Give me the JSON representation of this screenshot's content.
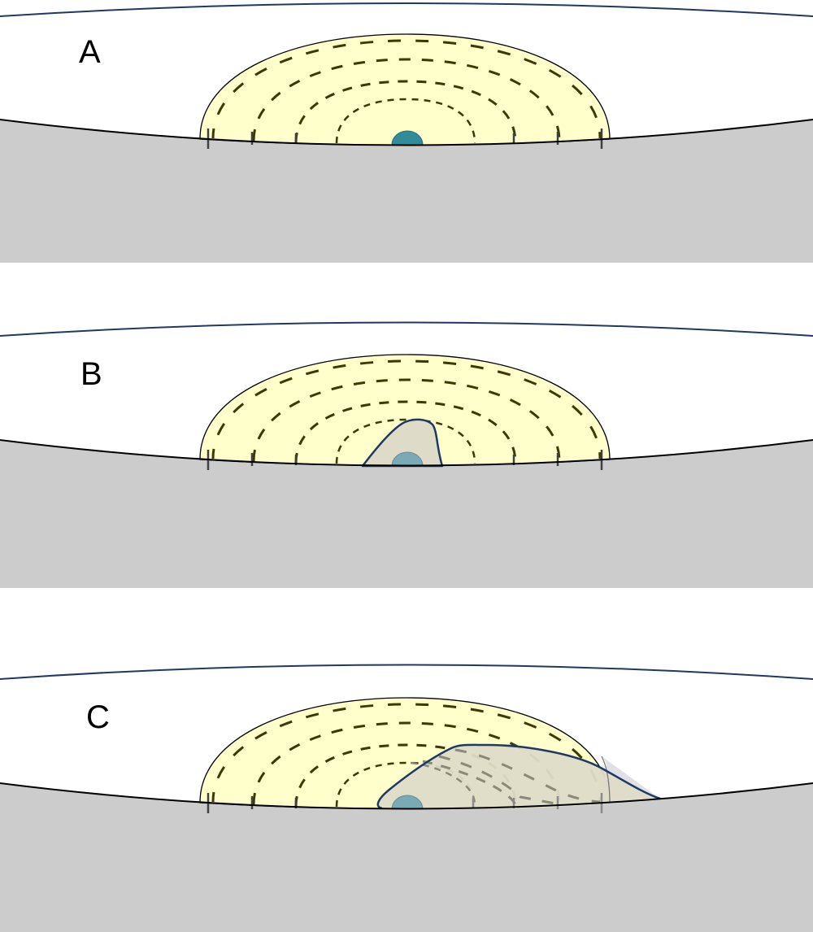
{
  "figure": {
    "panels": [
      {
        "id": "A",
        "label": "A",
        "state": "secretion dome with gradient, small teal cell"
      },
      {
        "id": "B",
        "label": "B",
        "state": "cell body emerging at center of dome"
      },
      {
        "id": "C",
        "label": "C",
        "state": "cell spreading to the right beyond dome"
      }
    ],
    "colors": {
      "background": "#ffffff",
      "substrate": "#cdcccd",
      "dome_fill": "#ffffcc",
      "dash_lines": "#3b3a00",
      "tick_marks": "#404040",
      "teal_nucleus": "#318b99",
      "teal_nucleus_faded": "#7aaab6",
      "cell_outline": "#1f3864",
      "cell_fill": "#dedcc8",
      "cell_overhang_fill": "#e0e0e8",
      "top_curve": "#1f3864"
    }
  }
}
